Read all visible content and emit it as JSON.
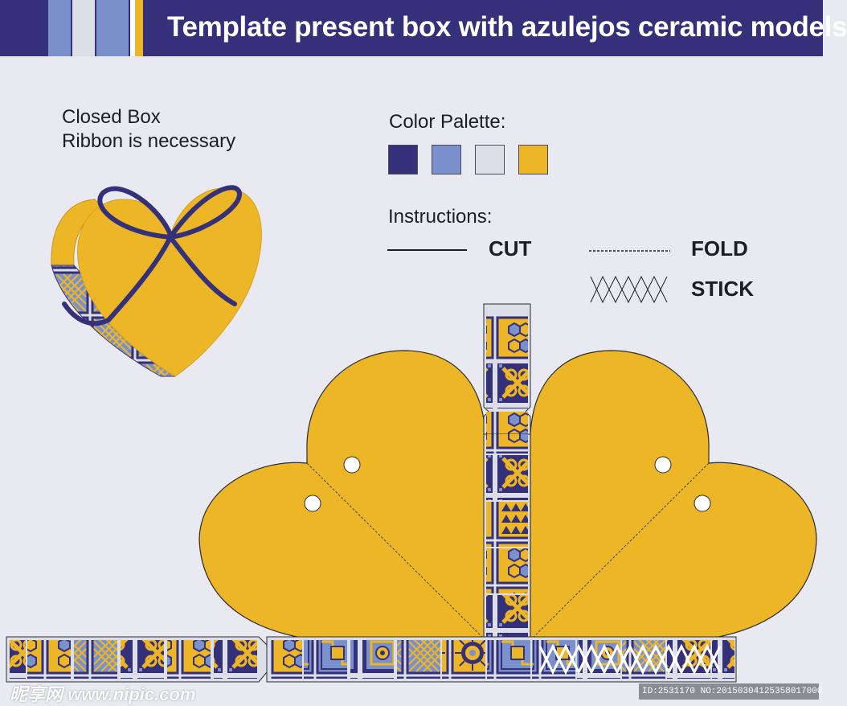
{
  "header": {
    "title": "Template present box with azulejos ceramic models"
  },
  "closed_box": {
    "line1": "Closed Box",
    "line2": "Ribbon is necessary"
  },
  "palette": {
    "label": "Color Palette:",
    "colors": [
      "#35307a",
      "#7b91cc",
      "#dcdee8",
      "#ecb626"
    ]
  },
  "instructions": {
    "label": "Instructions:",
    "cut": "CUT",
    "fold": "FOLD",
    "stick": "STICK"
  },
  "watermark": {
    "brand": "昵享网 www.nipic.com",
    "id": "ID:2531170 NO:20150304125358017000"
  }
}
